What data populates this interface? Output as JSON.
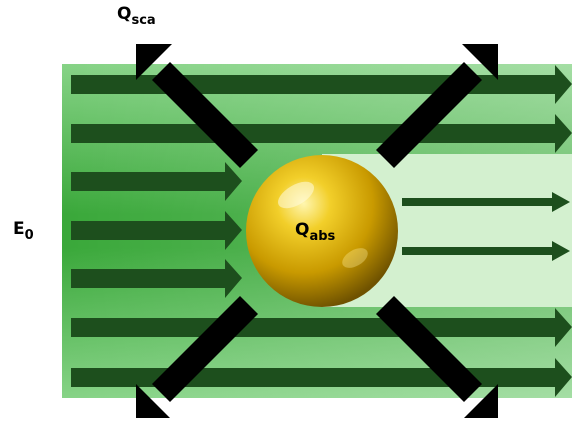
{
  "labels": {
    "scattering": {
      "main": "Q",
      "sub": "sca"
    },
    "incident_field": {
      "main": "E",
      "sub": "0"
    },
    "absorption": {
      "main": "Q",
      "sub": "abs"
    }
  },
  "colors": {
    "beam_outer": "#7ccd7c",
    "beam_inner": "#2e9e36",
    "shadow_region": "#cfeecb",
    "arrow_dark": "#1b4d1b",
    "scatter_arrow": "#000000",
    "particle_highlight": "#fff3a0",
    "particle_mid": "#e0b800",
    "particle_edge": "#7a5c00"
  },
  "icons": [
    "incident-arrow",
    "transmitted-arrow",
    "scattering-arrow",
    "gold-nanoparticle"
  ]
}
